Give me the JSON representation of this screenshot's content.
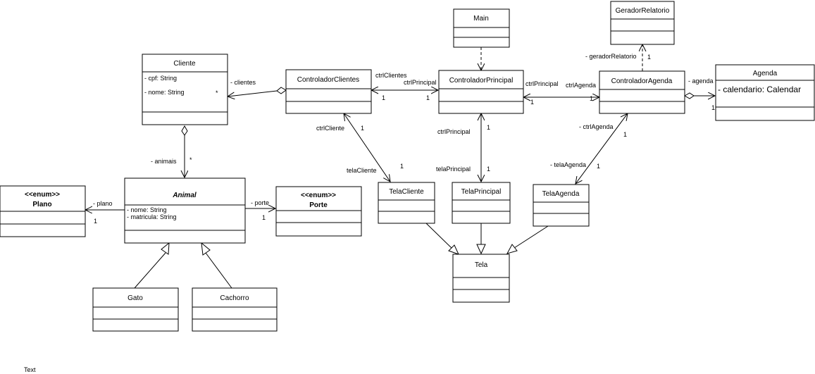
{
  "diagram": {
    "classes": {
      "cliente": {
        "name": "Cliente",
        "attrs": [
          "- cpf: String",
          "- nome: String"
        ]
      },
      "controlador_clientes": {
        "name": "ControladorClientes"
      },
      "main": {
        "name": "Main"
      },
      "controlador_principal": {
        "name": "ControladorPrincipal"
      },
      "gerador_relatorio": {
        "name": "GeradorRelatorio"
      },
      "controlador_agenda": {
        "name": "ControladorAgenda"
      },
      "agenda": {
        "name": "Agenda",
        "attrs": [
          "- calendario: Calendar"
        ]
      },
      "plano": {
        "stereotype": "<<enum>>",
        "name": "Plano"
      },
      "animal": {
        "name": "Animal",
        "attrs": [
          "- nome: String",
          "- matricula: String"
        ]
      },
      "porte": {
        "stereotype": "<<enum>>",
        "name": "Porte"
      },
      "tela_cliente": {
        "name": "TelaCliente"
      },
      "tela_principal": {
        "name": "TelaPrincipal"
      },
      "tela_agenda": {
        "name": "TelaAgenda"
      },
      "tela": {
        "name": "Tela"
      },
      "gato": {
        "name": "Gato"
      },
      "cachorro": {
        "name": "Cachorro"
      }
    },
    "labels": {
      "clientes": "- clientes",
      "star_clientes": "*",
      "ctrl_clientes": "ctrlClientes",
      "ctrl_principal_1": "ctrlPrincipal",
      "one_a": "1",
      "one_b": "1",
      "ctrl_principal_2": "ctrlPrincipal",
      "ctrl_agenda_1": "ctrlAgenda",
      "one_c": "1",
      "one_d": "1",
      "gerador_relatorio": "- geradorRelatorio",
      "one_e": "1",
      "agenda": "- agenda",
      "one_f": "1",
      "animais": "- animais",
      "star_animais": "*",
      "ctrl_cliente": "ctrlCliente",
      "one_g": "1",
      "tela_cliente": "telaCliente",
      "one_h": "1",
      "ctrl_principal_3": "ctrlPrincipal",
      "one_i": "1",
      "tela_principal": "telaPrincipal",
      "one_j": "1",
      "ctrl_agenda_2": "- ctrlAgenda",
      "one_k": "1",
      "tela_agenda": "- telaAgenda",
      "one_l": "1",
      "plano": "- plano",
      "one_m": "1",
      "porte": "- porte",
      "one_n": "1"
    },
    "footer_text": "Text"
  }
}
